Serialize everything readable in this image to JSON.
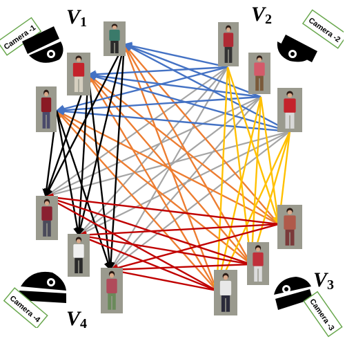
{
  "vertex_labels": {
    "v1": {
      "base": "V",
      "sub": "1"
    },
    "v2": {
      "base": "V",
      "sub": "2"
    },
    "v3": {
      "base": "V",
      "sub": "3"
    },
    "v4": {
      "base": "V",
      "sub": "4"
    }
  },
  "cameras": {
    "cam1": "Camera -1",
    "cam2": "Camera -2",
    "cam3": "Camera -3",
    "cam4": "Camera -4"
  },
  "colors": {
    "blue": "#4472c4",
    "black": "#000000",
    "orange": "#ed7d31",
    "gray": "#a5a5a5",
    "yellow": "#ffc000",
    "red": "#c00000",
    "camera_label_border": "#6aa84f"
  },
  "figure_groups": {
    "v1": [
      "v1-figure-1",
      "v1-figure-2",
      "v1-figure-3"
    ],
    "v2": [
      "v2-figure-1",
      "v2-figure-2",
      "v2-figure-3"
    ],
    "v3": [
      "v3-figure-1",
      "v3-figure-2",
      "v3-figure-3"
    ],
    "v4": [
      "v4-figure-1",
      "v4-figure-2",
      "v4-figure-3"
    ]
  }
}
